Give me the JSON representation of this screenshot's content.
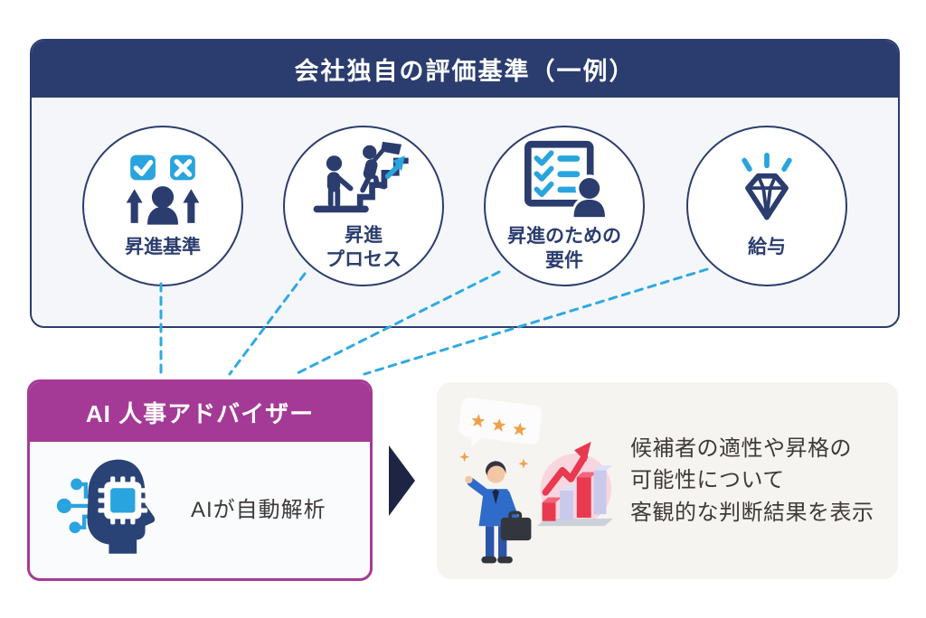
{
  "panel": {
    "title": "会社独自の評価基準（一例）",
    "items": [
      {
        "label": "昇進基準",
        "icon": "promotion-criteria-icon"
      },
      {
        "label": "昇進\nプロセス",
        "icon": "promotion-process-icon"
      },
      {
        "label": "昇進のための\n要件",
        "icon": "promotion-requirements-icon"
      },
      {
        "label": "給与",
        "icon": "salary-icon"
      }
    ]
  },
  "ai": {
    "title": "AI 人事アドバイザー",
    "description": "AIが自動解析",
    "icon": "ai-head-chip-icon"
  },
  "result": {
    "text": "候補者の適性や昇格の\n可能性について\n客観的な判断結果を表示",
    "illustration": "businessman-growth-chart-illustration"
  },
  "colors": {
    "navy": "#2b3d6f",
    "light_blue": "#29a4de",
    "magenta": "#a43a96",
    "flow_arrow_navy": "#1d2444",
    "text_dark": "#3e3a39",
    "chart_red": "#e8394f",
    "chart_lavender": "#c9c9ec",
    "pink_circle": "#f8d6df",
    "star_orange": "#f0a04b"
  }
}
